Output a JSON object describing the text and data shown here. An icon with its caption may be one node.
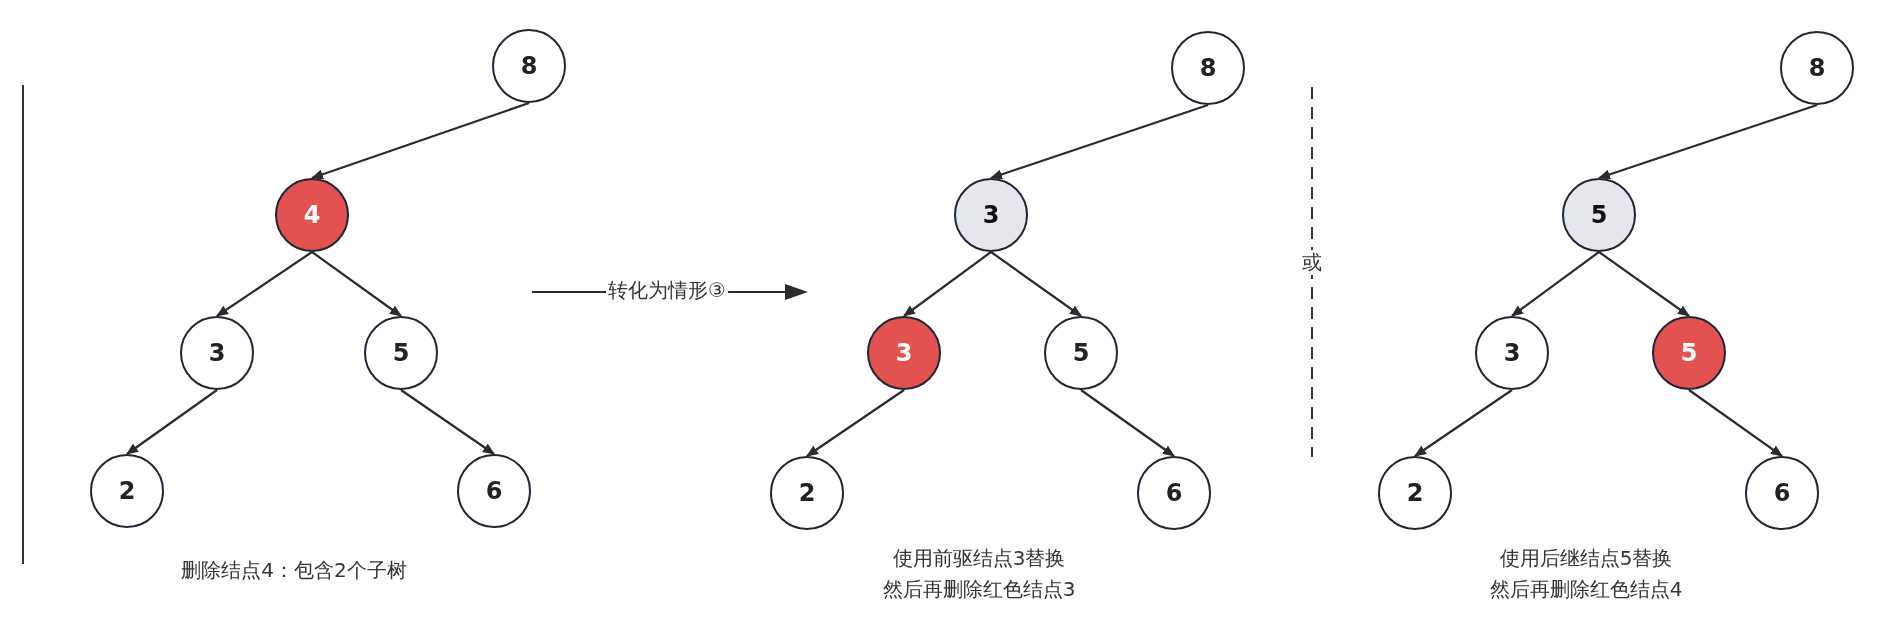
{
  "diagram": {
    "nodes": [
      {
        "text": [
          "8"
        ]
      },
      {
        "text": [
          "4"
        ]
      },
      {
        "text": [
          "3"
        ]
      },
      {
        "text": [
          "5"
        ]
      },
      {
        "text": [
          "2"
        ]
      },
      {
        "text": [
          "6"
        ]
      },
      {
        "text": [
          "8"
        ]
      },
      {
        "text": [
          "3"
        ]
      },
      {
        "text": [
          "3"
        ]
      },
      {
        "text": [
          "5"
        ]
      },
      {
        "text": [
          "2"
        ]
      },
      {
        "text": [
          "6"
        ]
      },
      {
        "text": [
          "8"
        ]
      },
      {
        "text": [
          "5"
        ]
      },
      {
        "text": [
          "3"
        ]
      },
      {
        "text": [
          "5"
        ]
      },
      {
        "text": [
          "2"
        ]
      },
      {
        "text": [
          "6"
        ]
      }
    ],
    "edges": [
      {
        "from": 0,
        "to": 1,
        "arrow": "to"
      },
      {
        "from": 1,
        "to": 2,
        "arrow": "to"
      },
      {
        "from": 1,
        "to": 3,
        "arrow": "to"
      },
      {
        "from": 2,
        "to": 4,
        "arrow": "to"
      },
      {
        "from": 3,
        "to": 5,
        "arrow": "to"
      },
      {
        "from": 6,
        "to": 7,
        "arrow": "to"
      },
      {
        "from": 7,
        "to": 8,
        "arrow": "to"
      },
      {
        "from": 7,
        "to": 9,
        "arrow": "to"
      },
      {
        "from": 8,
        "to": 10,
        "arrow": "to"
      },
      {
        "from": 9,
        "to": 11,
        "arrow": "to"
      },
      {
        "from": 12,
        "to": 13,
        "arrow": "to"
      },
      {
        "from": 13,
        "to": 14,
        "arrow": "to"
      },
      {
        "from": 13,
        "to": 15,
        "arrow": "to"
      },
      {
        "from": 14,
        "to": 16,
        "arrow": "to"
      },
      {
        "from": 15,
        "to": 17,
        "arrow": "to"
      }
    ],
    "labels": [
      "转化为情形③",
      "或",
      "删除结点4：包含2个子树",
      "使用前驱结点3替换",
      "然后再删除红色结点3",
      "使用后继结点5替换",
      "然后再删除红色结点4"
    ]
  }
}
